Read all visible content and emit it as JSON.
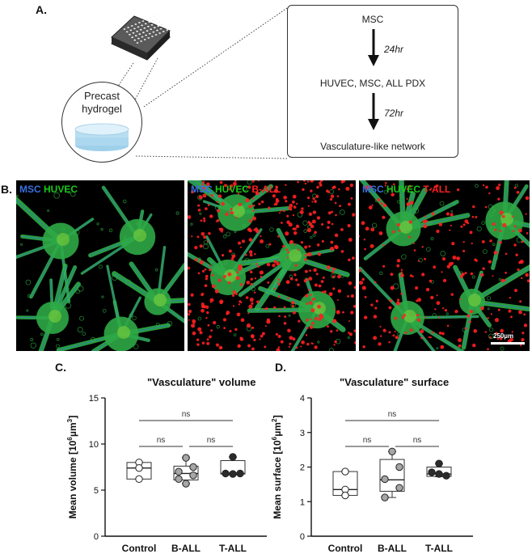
{
  "panel_a": {
    "letter": "A.",
    "hydrogel_label_line1": "Precast",
    "hydrogel_label_line2": "hydrogel",
    "flow": {
      "step1": "MSC",
      "time1": "24hr",
      "step2": "HUVEC, MSC, ALL PDX",
      "time2": "72hr",
      "step3": "Vasculature-like network"
    }
  },
  "panel_b": {
    "letter": "B.",
    "images": [
      {
        "labels": [
          "MSC",
          "HUVEC"
        ]
      },
      {
        "labels": [
          "MSC",
          "HUVEC",
          "B-ALL"
        ]
      },
      {
        "labels": [
          "MSC",
          "HUVEC",
          "T-ALL"
        ]
      }
    ],
    "scale_bar": "250µm"
  },
  "colors": {
    "msc_blue": "#3a6fe0",
    "huvec_green": "#18c818",
    "all_red": "#ff2020",
    "control_fill": "#ffffff",
    "ball_fill": "#a6a6a6",
    "tall_fill": "#2b2b2b"
  },
  "chart_data": [
    {
      "type": "box",
      "panel": "C.",
      "title": "\"Vasculature\" volume",
      "ylabel_main": "Mean volume [10",
      "ylabel_exp": "6",
      "ylabel_unit": " µm",
      "ylabel_unit_exp": "3",
      "ylabel_close": "]",
      "ylim": [
        0,
        15
      ],
      "yticks": [
        "0",
        "5",
        "10",
        "15"
      ],
      "categories": [
        "Control",
        "B-ALL",
        "T-ALL"
      ],
      "points": [
        [
          8.0,
          7.4,
          6.2
        ],
        [
          8.5,
          7.5,
          7.0,
          6.6,
          6.2,
          5.7
        ],
        [
          8.6,
          6.8,
          6.75,
          6.8
        ]
      ],
      "box": [
        {
          "min": 6.2,
          "q1": 6.2,
          "median": 7.4,
          "q3": 8.0,
          "max": 8.0
        },
        {
          "min": 5.7,
          "q1": 6.1,
          "median": 6.8,
          "q3": 7.6,
          "max": 8.5
        },
        {
          "min": 6.75,
          "q1": 6.75,
          "median": 6.8,
          "q3": 8.2,
          "max": 8.6
        }
      ],
      "comparisons": [
        {
          "from": 0,
          "to": 2,
          "label": "ns"
        },
        {
          "from": 0,
          "to": 1,
          "label": "ns"
        },
        {
          "from": 1,
          "to": 2,
          "label": "ns"
        }
      ]
    },
    {
      "type": "box",
      "panel": "D.",
      "title": "\"Vasculature\" surface",
      "ylabel_main": "Mean surface [10",
      "ylabel_exp": "6",
      "ylabel_unit": " µm",
      "ylabel_unit_exp": "2",
      "ylabel_close": "]",
      "ylim": [
        0,
        4
      ],
      "yticks": [
        "0",
        "1",
        "2",
        "3",
        "4"
      ],
      "categories": [
        "Control",
        "B-ALL",
        "T-ALL"
      ],
      "points": [
        [
          1.87,
          1.35,
          1.18
        ],
        [
          2.45,
          2.0,
          1.65,
          1.4,
          1.12
        ],
        [
          2.1,
          1.85,
          1.8,
          1.75
        ]
      ],
      "box": [
        {
          "min": 1.18,
          "q1": 1.18,
          "median": 1.35,
          "q3": 1.87,
          "max": 1.87
        },
        {
          "min": 1.12,
          "q1": 1.3,
          "median": 1.63,
          "q3": 2.22,
          "max": 2.45
        },
        {
          "min": 1.72,
          "q1": 1.73,
          "median": 1.8,
          "q3": 2.0,
          "max": 2.1
        }
      ],
      "comparisons": [
        {
          "from": 0,
          "to": 2,
          "label": "ns"
        },
        {
          "from": 0,
          "to": 1,
          "label": "ns"
        },
        {
          "from": 1,
          "to": 2,
          "label": "ns"
        }
      ]
    }
  ]
}
